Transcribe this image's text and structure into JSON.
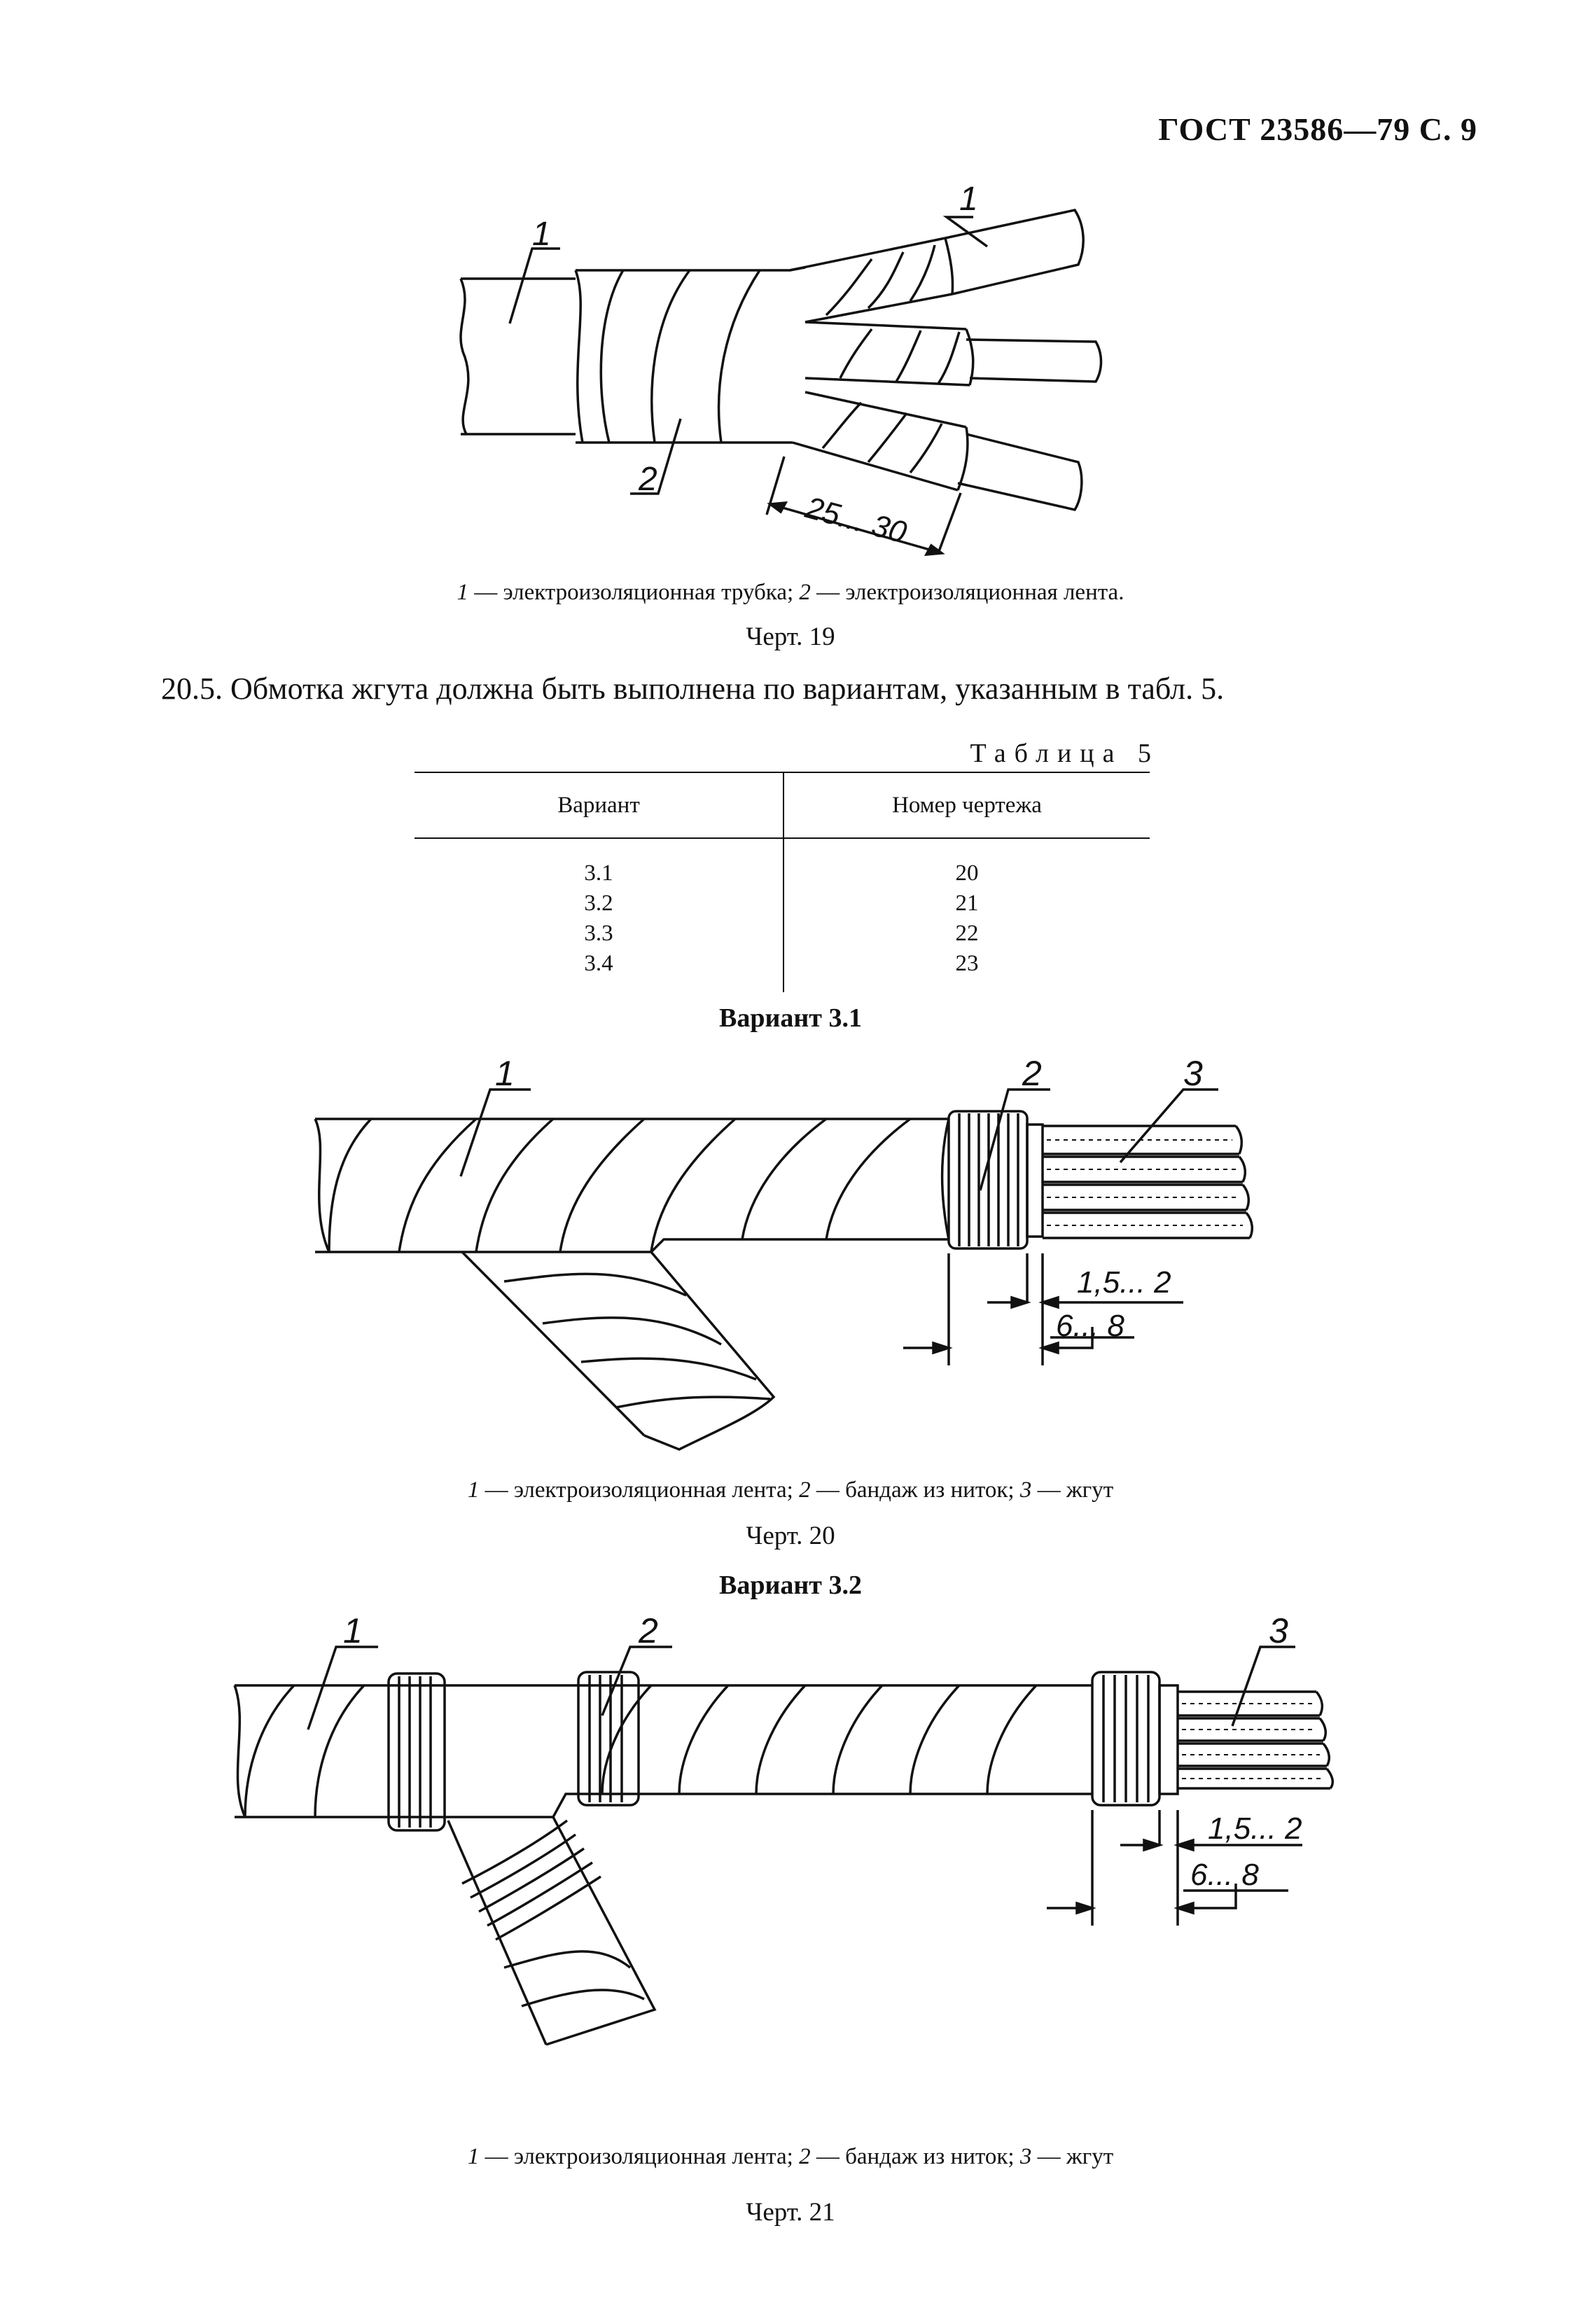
{
  "header": {
    "text": "ГОСТ 23586—79 С. 9"
  },
  "figure19": {
    "labels": {
      "l1a": "1",
      "l1b": "1",
      "l2": "2",
      "dim": "25... 30"
    },
    "caption": {
      "n1": "1",
      "t1": " — электроизоляционная трубка; ",
      "n2": "2",
      "t2": " — электроизоляционная лента."
    },
    "title": "Черт. 19"
  },
  "paragraph": "20.5. Обмотка жгута должна быть выполнена по вариантам, указанным в табл. 5.",
  "table5": {
    "title": "Таблица 5",
    "headers": [
      "Вариант",
      "Номер чертежа"
    ],
    "rows": [
      [
        "3.1",
        "20"
      ],
      [
        "3.2",
        "21"
      ],
      [
        "3.3",
        "22"
      ],
      [
        "3.4",
        "23"
      ]
    ]
  },
  "figure20": {
    "variant_title": "Вариант 3.1",
    "labels": {
      "l1": "1",
      "l2": "2",
      "l3": "3",
      "dim1": "1,5... 2",
      "dim2": "6... 8"
    },
    "caption": {
      "n1": "1",
      "t1": " — электроизоляционная лента; ",
      "n2": "2",
      "t2": " — бандаж из ниток; ",
      "n3": "3",
      "t3": " — жгут"
    },
    "title": "Черт. 20"
  },
  "figure21": {
    "variant_title": "Вариант 3.2",
    "labels": {
      "l1": "1",
      "l2": "2",
      "l3": "3",
      "dim1": "1,5... 2",
      "dim2": "6... 8"
    },
    "caption": {
      "n1": "1",
      "t1": " — электроизоляционная лента; ",
      "n2": "2",
      "t2": " — бандаж из ниток; ",
      "n3": "3",
      "t3": " — жгут"
    },
    "title": "Черт. 21"
  }
}
